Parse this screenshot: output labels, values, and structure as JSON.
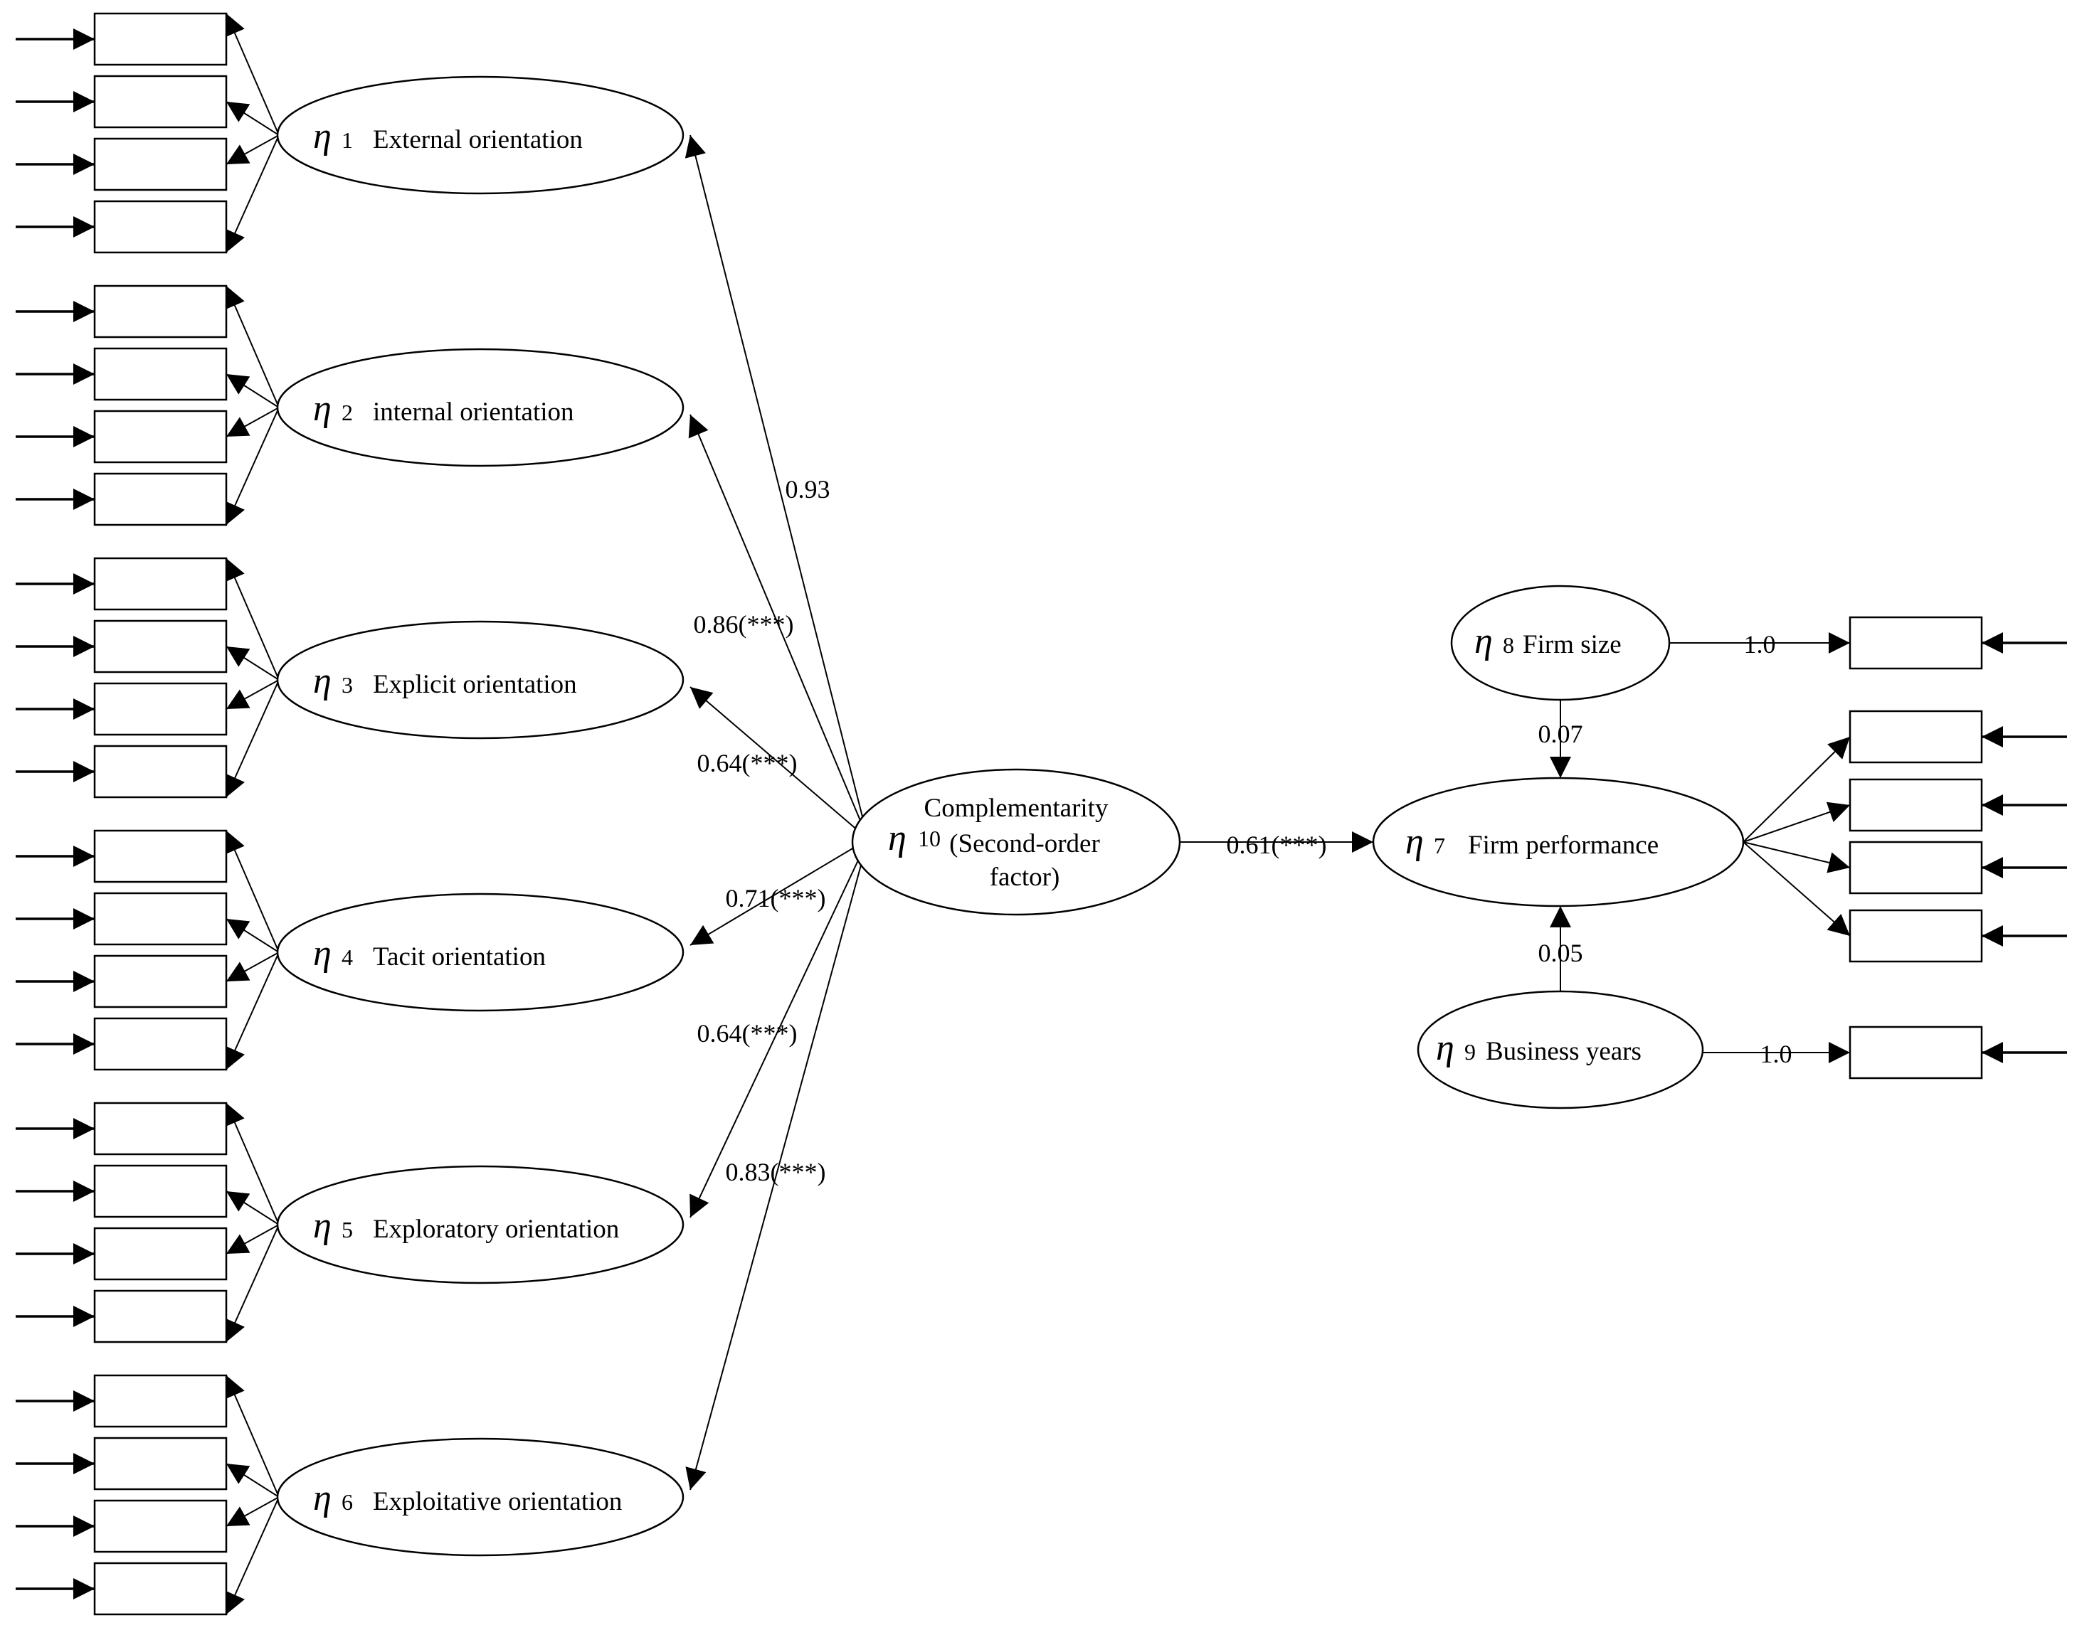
{
  "eta_symbol": "η",
  "factors": [
    {
      "id": "eta1",
      "sub": "1",
      "label": "External orientation"
    },
    {
      "id": "eta2",
      "sub": "2",
      "label": "internal orientation"
    },
    {
      "id": "eta3",
      "sub": "3",
      "label": "Explicit  orientation"
    },
    {
      "id": "eta4",
      "sub": "4",
      "label": "Tacit  orientation"
    },
    {
      "id": "eta5",
      "sub": "5",
      "label": "Exploratory orientation"
    },
    {
      "id": "eta6",
      "sub": "6",
      "label": "Exploitative  orientation"
    }
  ],
  "second_order": {
    "sub": "10",
    "line1": "Complementarity",
    "line2": "(Second-order",
    "line3": "factor)"
  },
  "loadings": [
    "0.93",
    "0.86(***)",
    "0.64(***)",
    "0.71(***)",
    "0.64(***)",
    "0.83(***)"
  ],
  "path_to_performance": "0.61(***)",
  "performance": {
    "sub": "7",
    "label": "Firm performance"
  },
  "controls": [
    {
      "sub": "8",
      "label": "Firm size",
      "effect": "0.07",
      "indicator_loading": "1.0"
    },
    {
      "sub": "9",
      "label": "Business years",
      "effect": "0.05",
      "indicator_loading": "1.0"
    }
  ]
}
